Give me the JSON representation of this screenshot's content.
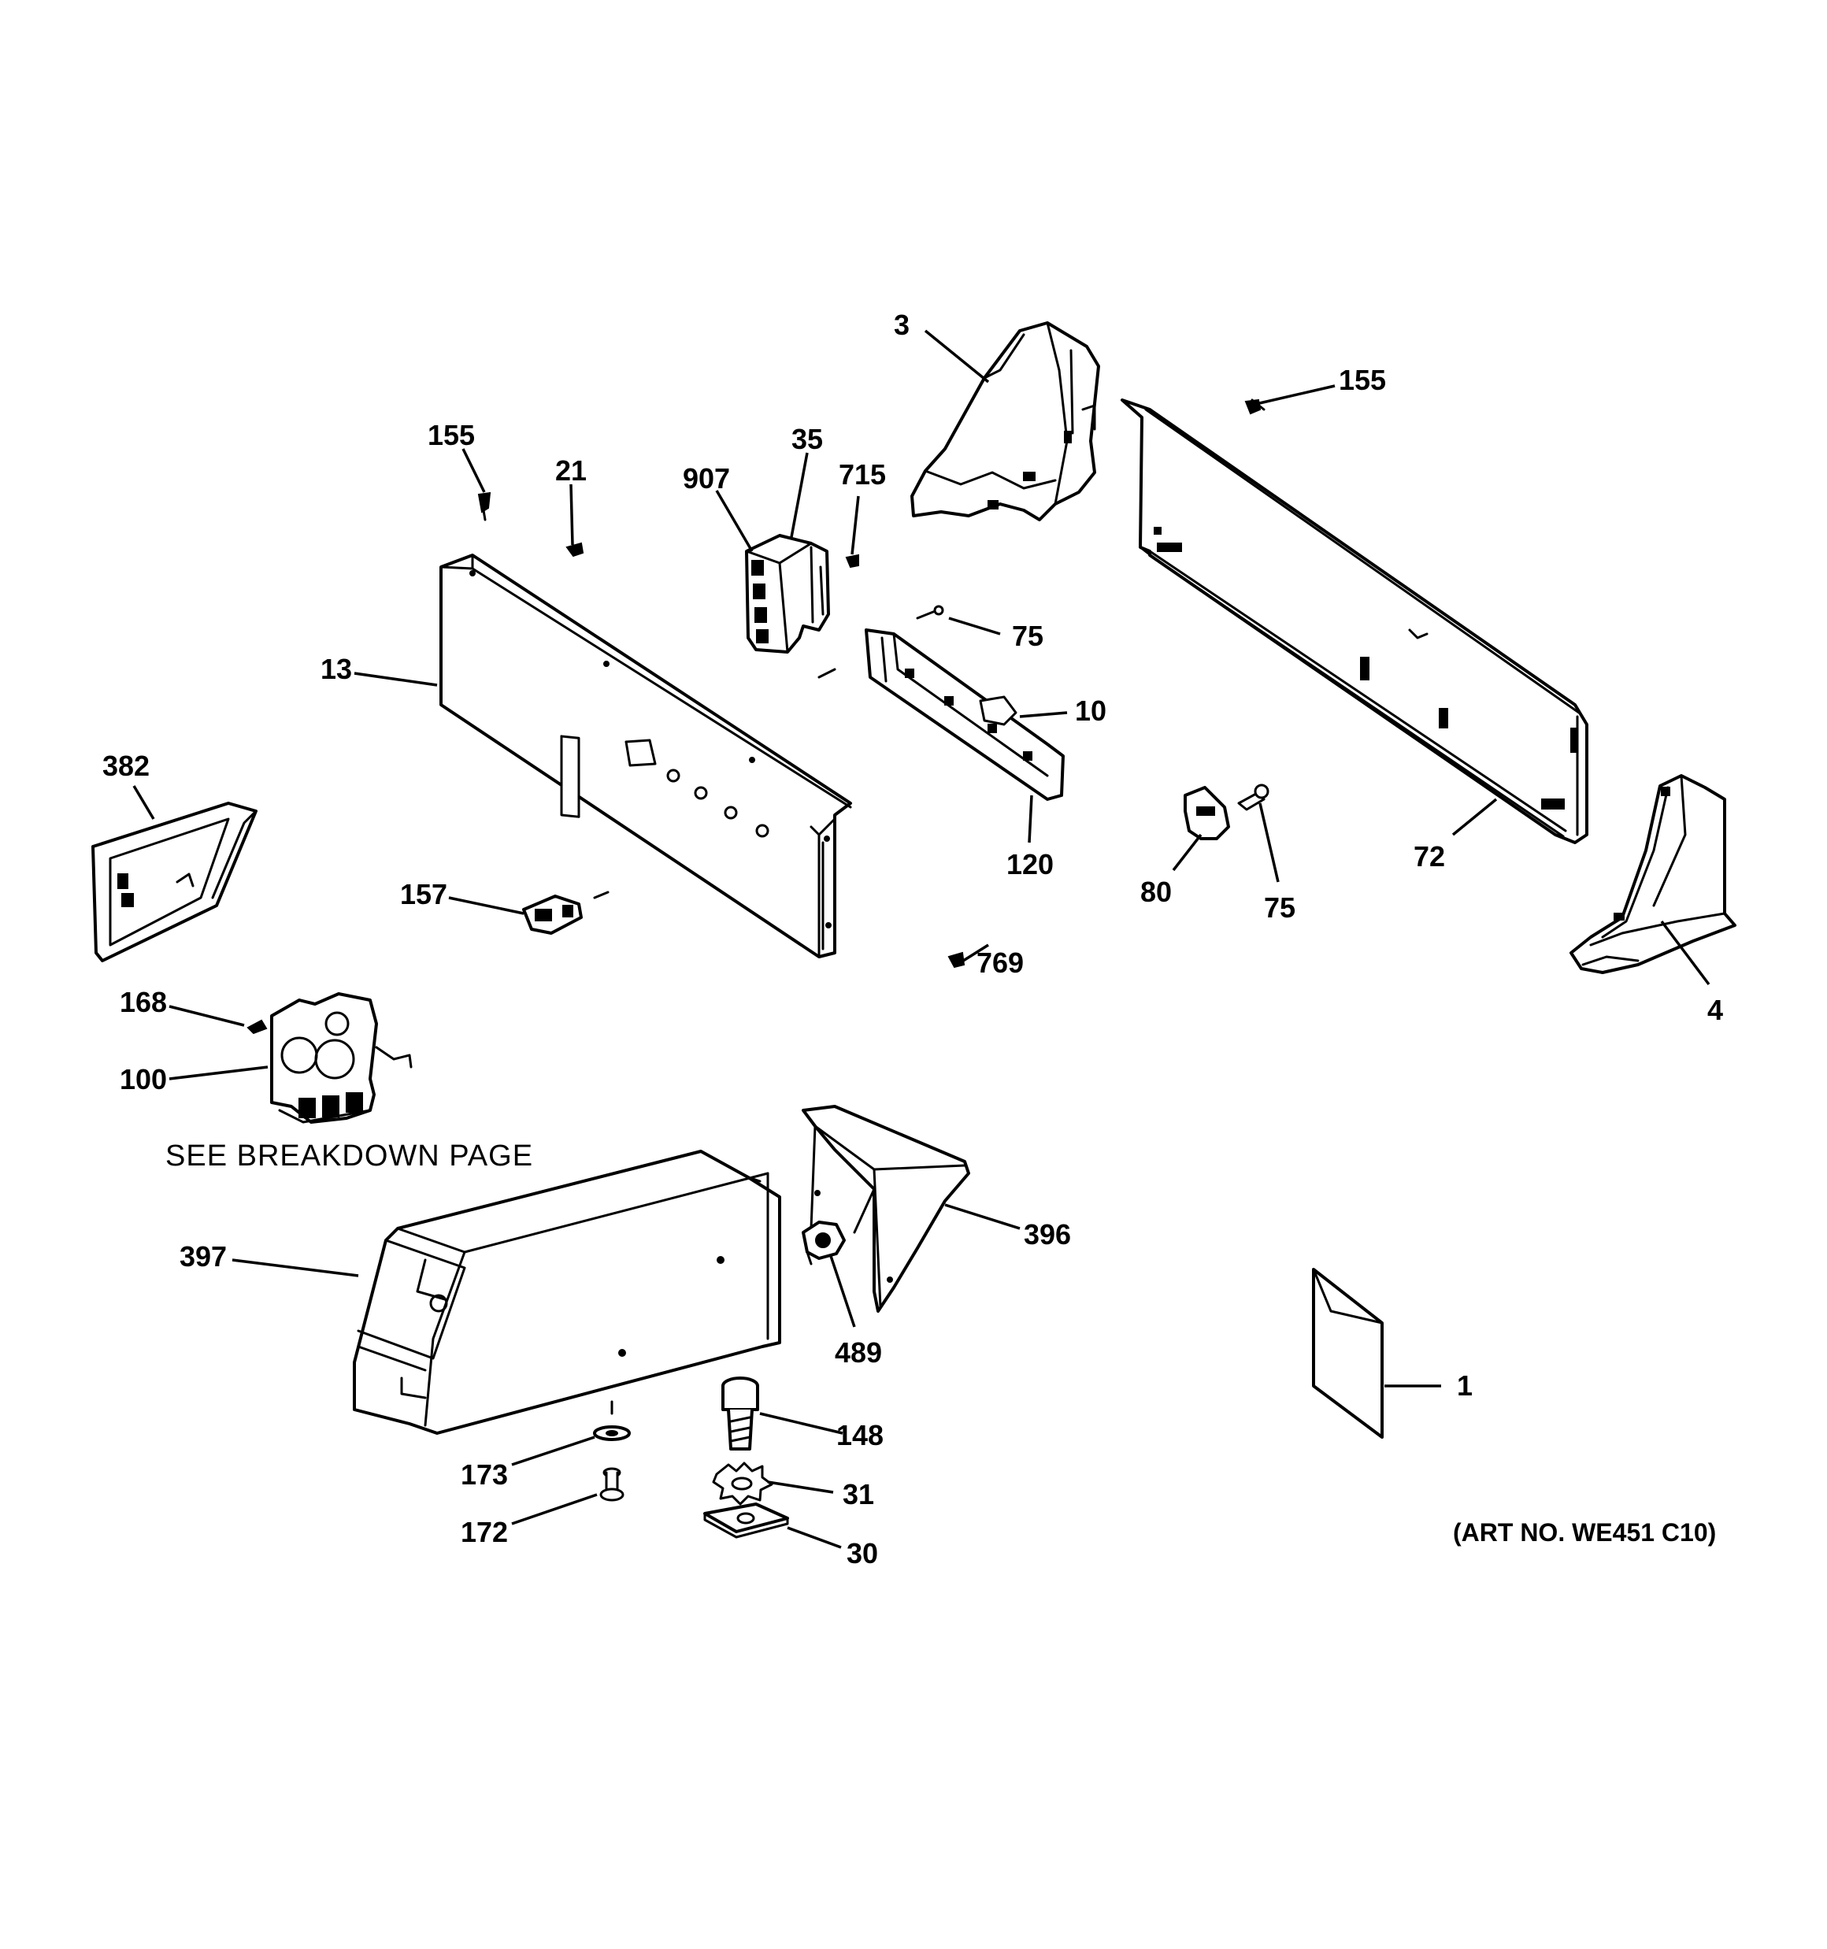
{
  "diagram": {
    "callouts": {
      "c3": "3",
      "c155a": "155",
      "c155b": "155",
      "c21": "21",
      "c907": "907",
      "c35": "35",
      "c715": "715",
      "c75a": "75",
      "c13": "13",
      "c10": "10",
      "c382": "382",
      "c120": "120",
      "c80": "80",
      "c75b": "75",
      "c72": "72",
      "c157": "157",
      "c769": "769",
      "c4": "4",
      "c168": "168",
      "c100": "100",
      "c397": "397",
      "c396": "396",
      "c489": "489",
      "c1": "1",
      "c148": "148",
      "c173": "173",
      "c31": "31",
      "c172": "172",
      "c30": "30"
    },
    "breakdown_note": "SEE BREAKDOWN PAGE",
    "art_number": "(ART NO. WE451 C10)"
  }
}
